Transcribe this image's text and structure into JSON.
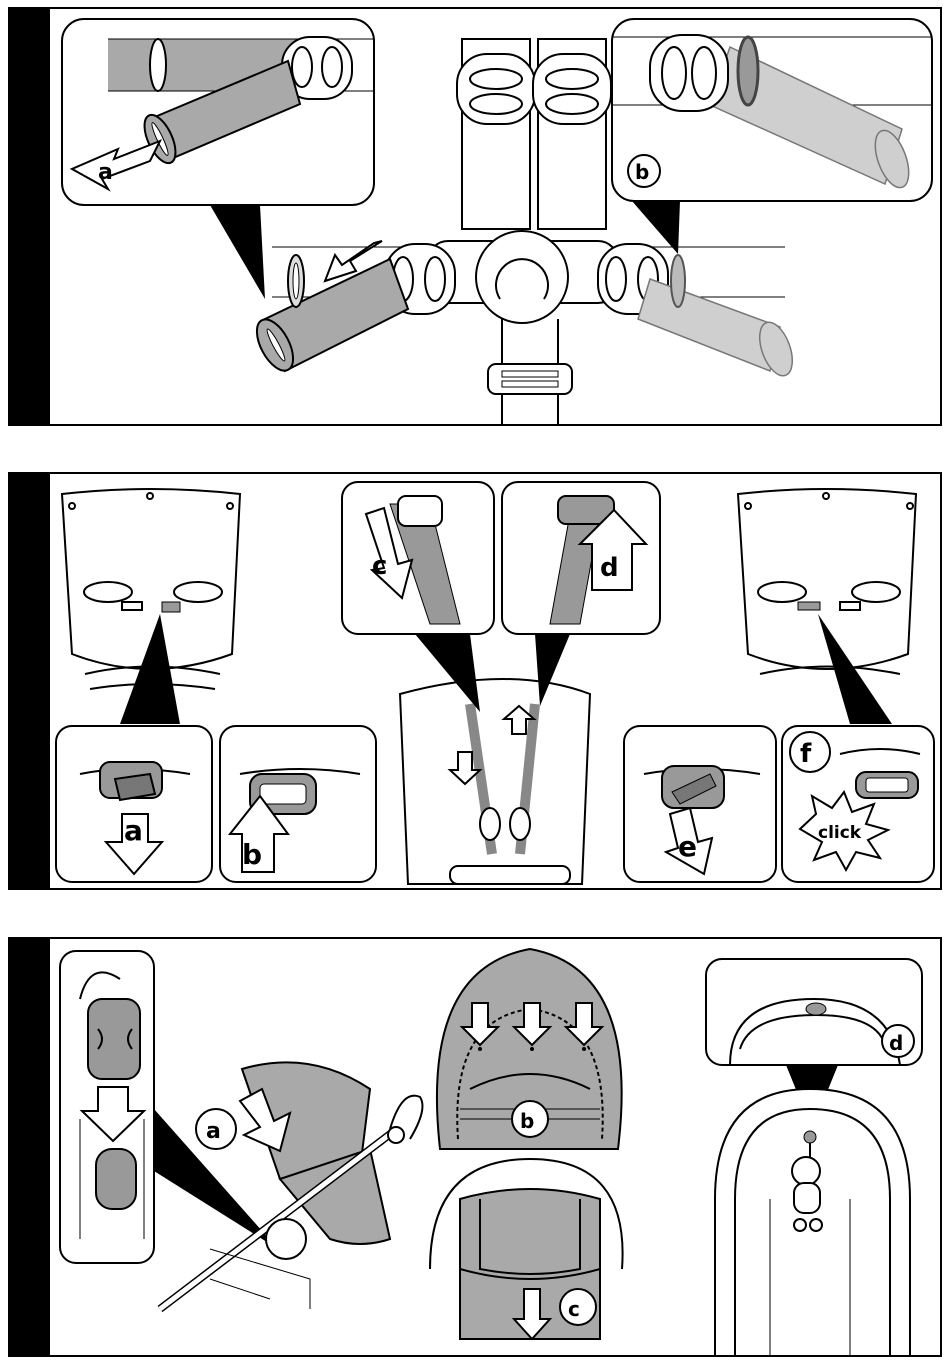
{
  "panel1": {
    "step_a": "a",
    "step_b": "b"
  },
  "panel2": {
    "step_a": "a",
    "step_b": "b",
    "step_c": "c",
    "step_d": "d",
    "step_e": "e",
    "step_f": "f",
    "click_text": "click"
  },
  "panel3": {
    "step_a": "a",
    "step_b": "b",
    "step_c": "c",
    "step_d": "d"
  }
}
